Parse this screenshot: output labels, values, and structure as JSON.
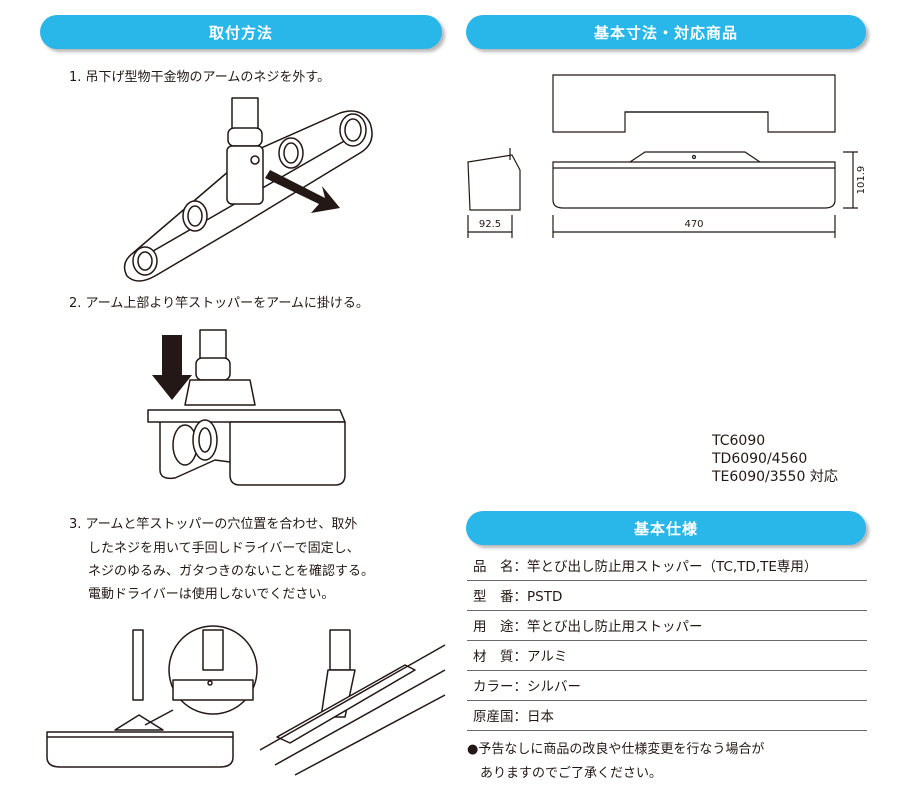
{
  "headers": {
    "install": "取付方法",
    "dimensions": "基本寸法・対応商品",
    "specs": "基本仕様"
  },
  "steps": [
    "1. 吊下げ型物干金物のアームのネジを外す。",
    "2. アーム上部より竿ストッパーをアームに掛ける。",
    "3.  アームと竿ストッパーの穴位置を合わせ、取外",
    "したネジを用いて手回しドライバーで固定し、",
    "ネジのゆるみ、ガタつきのないことを確認する。",
    "電動ドライバーは使用しないでください。"
  ],
  "dims": {
    "depth": "92.5",
    "width": "470",
    "height": "101.9"
  },
  "models": [
    "TC6090",
    "TD6090/4560",
    "TE6090/3550 対応"
  ],
  "specs": [
    {
      "label": "品　名",
      "value": "竿とび出し防止用ストッパー（TC,TD,TE専用）"
    },
    {
      "label": "型　番",
      "value": "PSTD"
    },
    {
      "label": "用　途",
      "value": "竿とび出し防止用ストッパー"
    },
    {
      "label": "材　質",
      "value": "アルミ"
    },
    {
      "label": "カラー",
      "value": "シルバー"
    },
    {
      "label": "原産国",
      "value": "日本"
    }
  ],
  "notes": [
    "●予告なしに商品の改良や仕様変更を行なう場合が",
    "　ありますのでご了承ください。"
  ]
}
